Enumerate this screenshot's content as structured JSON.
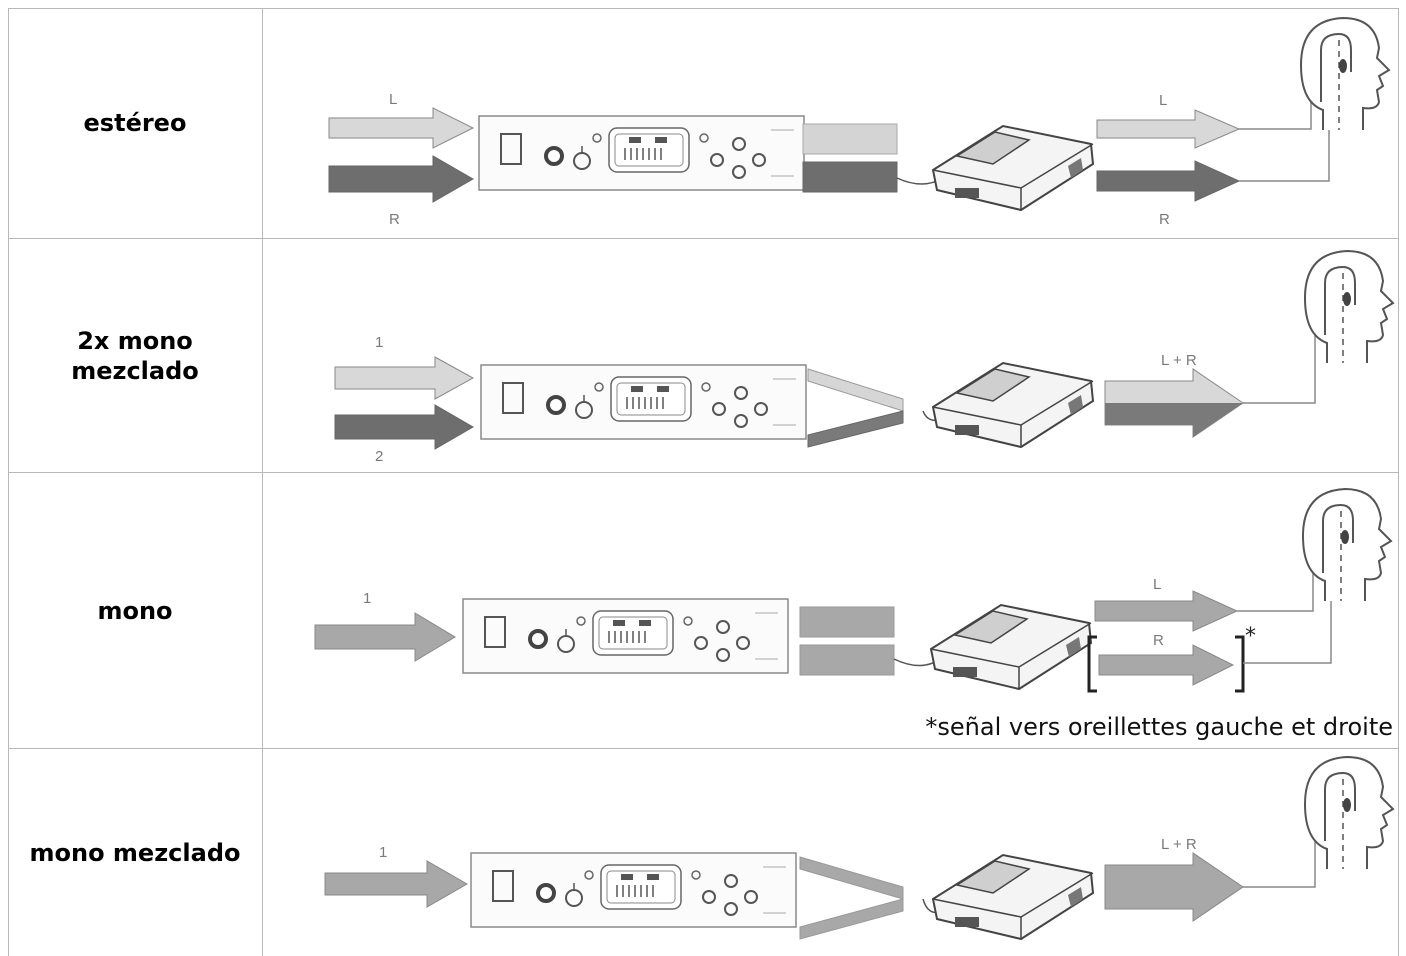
{
  "rows": [
    {
      "label_lines": [
        "estéreo"
      ],
      "mode": "stereo",
      "input_labels": [
        "L",
        "R"
      ],
      "output_labels": [
        "L",
        "R"
      ]
    },
    {
      "label_lines": [
        "2x mono",
        "mezclado"
      ],
      "mode": "mixed",
      "input_labels": [
        "1",
        "2"
      ],
      "output_labels": [
        "L + R"
      ]
    },
    {
      "label_lines": [
        "mono"
      ],
      "mode": "mono-split",
      "input_labels": [
        "1"
      ],
      "output_labels": [
        "L",
        "R"
      ],
      "asterisk": "*",
      "footnote": "*señal vers oreillettes gauche et droite"
    },
    {
      "label_lines": [
        "mono mezclado"
      ],
      "mode": "mono-mixed",
      "input_labels": [
        "1"
      ],
      "output_labels": [
        "L + R"
      ]
    }
  ],
  "colors": {
    "arrow_light": "#d8d8d8",
    "arrow_dark": "#6e6e6e",
    "arrow_mid": "#a8a8a8",
    "line": "#8a8a8a",
    "border": "#b8b8b8"
  },
  "icons": [
    "transmitter-unit",
    "receiver-bodypack",
    "head-with-earpiece"
  ]
}
